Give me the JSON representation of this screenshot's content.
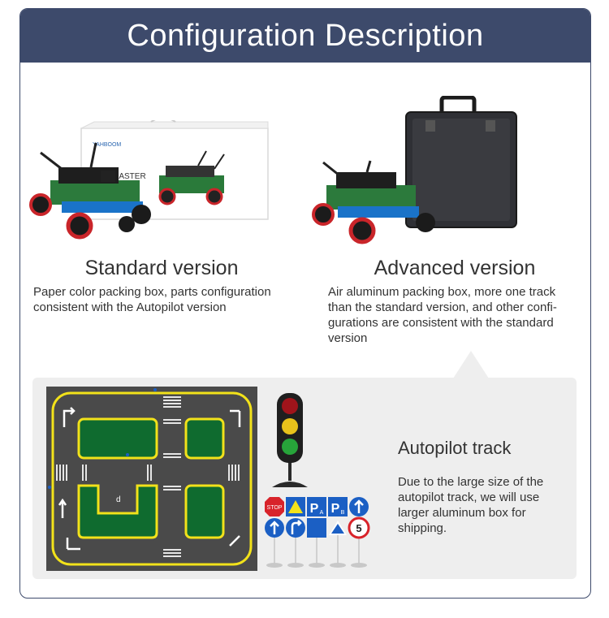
{
  "header": {
    "title": "Configuration Description"
  },
  "standard": {
    "title": "Standard version",
    "description": "Paper color packing box, parts configuration consistent with the Autopilot version",
    "box_brand": "YAHBOOM",
    "box_model": "MASTER"
  },
  "advanced": {
    "title": "Advanced version",
    "description": "Air aluminum packing box, more one track than the standard version, and other confi-gurations are consistent with the standard version"
  },
  "track": {
    "title": "Autopilot track",
    "description": "Due to the large size of the autopilot track, we will use larger aluminum box for shipping.",
    "map_letter": "d",
    "signs": [
      "STOP",
      "P",
      "P",
      "5"
    ],
    "sign_subs": [
      "A",
      "B"
    ]
  },
  "colors": {
    "banner": "#3d4a6b",
    "panel": "#eeeeee",
    "track_green": "#0f6b2f",
    "track_yellow": "#f2e21a",
    "sign_blue": "#1b5fc4",
    "sign_red": "#d8232a"
  }
}
